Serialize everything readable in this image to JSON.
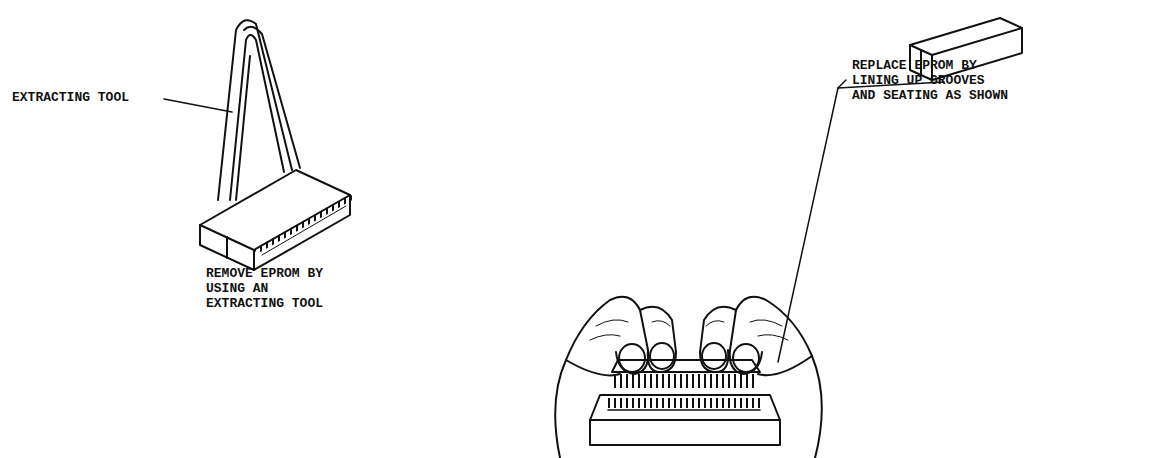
{
  "diagram": {
    "labels": [
      "EXTRACTING TOOL",
      "REMOVE EPROM BY USING AN EXTRACTING TOOL",
      "REPLACE EPROM BY LINING UP GROOVES AND SEATING AS SHOWN"
    ]
  }
}
